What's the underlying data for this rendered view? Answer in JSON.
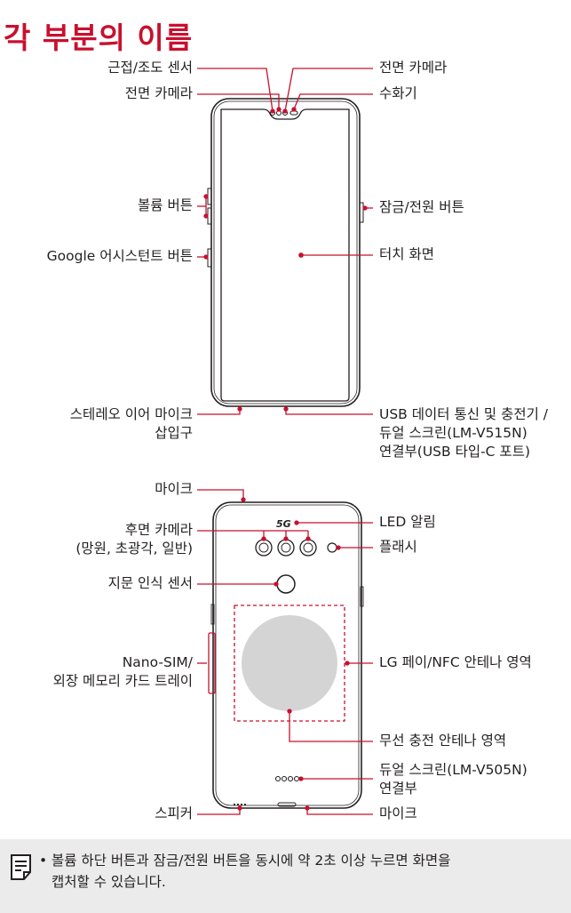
{
  "title": "각 부분의 이름",
  "front": {
    "proximity_sensor": "근접/조도 센서",
    "front_camera_left": "전면 카메라",
    "front_camera_right": "전면 카메라",
    "earpiece": "수화기",
    "volume_buttons": "볼륨 버튼",
    "power_lock_button": "잠금/전원 버튼",
    "google_assistant_button": "Google 어시스턴트 버튼",
    "touch_screen": "터치 화면",
    "earphone_jack_line1": "스테레오 이어 마이크",
    "earphone_jack_line2": "삽입구",
    "usb_line1": "USB 데이터 통신 및 충전기 /",
    "usb_line2": "듀얼 스크린(LM-V515N)",
    "usb_line3": "연결부(USB 타입-C 포트)"
  },
  "back": {
    "mic_top": "마이크",
    "rear_camera_line1": "후면 카메라",
    "rear_camera_line2": "(망원, 초광각, 일반)",
    "led": "LED 알림",
    "flash": "플래시",
    "fingerprint": "지문 인식 센서",
    "sim_tray_line1": "Nano-SIM/",
    "sim_tray_line2": "외장 메모리 카드 트레이",
    "nfc_area": "LG 페이/NFC 안테나 영역",
    "wireless_charging": "무선 충전 안테나 영역",
    "dual_screen_line1": "듀얼 스크린(LM-V505N)",
    "dual_screen_line2": "연결부",
    "speaker": "스피커",
    "mic_bottom": "마이크",
    "logo_text": "5G"
  },
  "note": {
    "bullet": "•",
    "line1": "볼륨 하단 버튼과 잠금/전원 버튼을 동시에 약 2초 이상 누르면 화면을",
    "line2": "캡처할 수 있습니다."
  },
  "colors": {
    "accent": "#c8102e",
    "text": "#231f20",
    "note_bg": "#ebebeb"
  }
}
